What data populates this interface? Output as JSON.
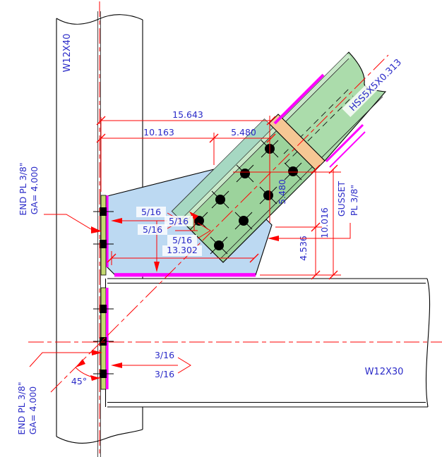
{
  "members": {
    "column": "W12X40",
    "beam": "W12X30",
    "brace": "HSS5X5X0.313"
  },
  "plates": {
    "gusset_line1": "GUSSET",
    "gusset_line2": "PL 3/8\"",
    "end_plate_upper_line1": "END PL 3/8\"",
    "end_plate_upper_line2": "GA= 4.000",
    "end_plate_lower_line1": "END PL 3/8\"",
    "end_plate_lower_line2": "GA= 4.000"
  },
  "dimensions": {
    "overall_horizontal": "15.643",
    "workpoint_horizontal": "10.163",
    "brace_end_horizontal": "5.480",
    "brace_end_vertical": "5.480",
    "to_flange_vertical": "10.016",
    "gusset_corner_vertical": "4.536",
    "gusset_bottom": "13.302",
    "brace_angle": "45°"
  },
  "welds": {
    "gusset_to_end_plate_top": "5/16",
    "gusset_to_end_plate_bottom": "5/16",
    "brace_to_gusset_top": "5/16",
    "brace_to_gusset_bottom": "5/16",
    "beam_to_end_plate_top": "3/16",
    "beam_to_end_plate_bottom": "3/16"
  },
  "colors": {
    "dimension_red": "#ff0000",
    "annotation_blue": "#2a2ac8",
    "gusset_blue": "#bcd9f2",
    "slot_teal": "#a6d8c2",
    "brace_green": "#9cd39c",
    "tube_green": "#abdcab",
    "tube_green_light": "#c9e9c9",
    "end_band_orange": "#f6c794",
    "end_plate_green": "#c4d971",
    "weld_magenta": "#ff00ff"
  }
}
